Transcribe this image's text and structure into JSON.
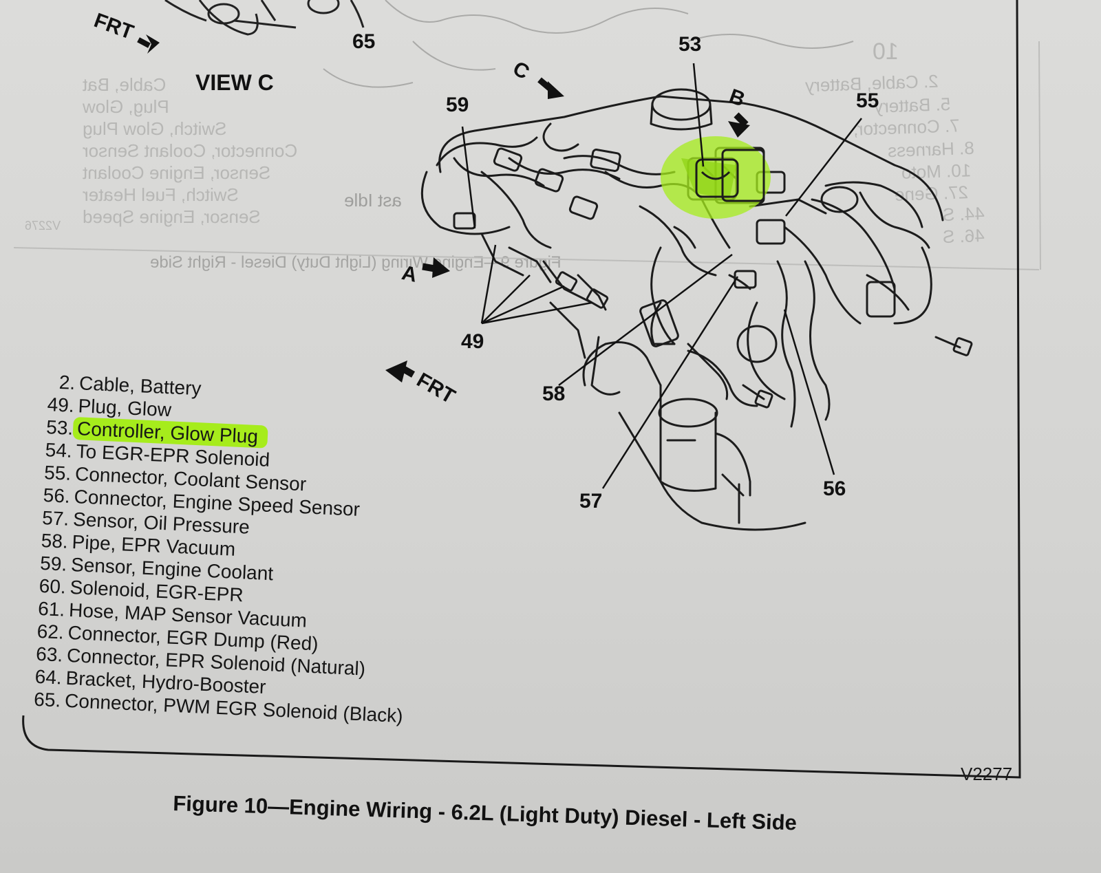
{
  "view_label": "VIEW C",
  "figure_caption": "Figure 10—Engine Wiring - 6.2L (Light Duty) Diesel - Left Side",
  "figure_code": "V2277",
  "diagram_labels": {
    "frt_top": "FRT",
    "frt_mid": "FRT",
    "c": "C",
    "b": "B",
    "a": "A",
    "n65": "65",
    "n53": "53",
    "n59": "59",
    "n55": "55",
    "n49": "49",
    "n58": "58",
    "n57": "57",
    "n56": "56"
  },
  "legend": [
    {
      "num": "2.",
      "text": "Cable, Battery",
      "highlighted": false
    },
    {
      "num": "49.",
      "text": "Plug, Glow",
      "highlighted": false
    },
    {
      "num": "53.",
      "text": "Controller, Glow Plug",
      "highlighted": true
    },
    {
      "num": "54.",
      "text": "To EGR-EPR Solenoid",
      "highlighted": false
    },
    {
      "num": "55.",
      "text": "Connector, Coolant Sensor",
      "highlighted": false
    },
    {
      "num": "56.",
      "text": "Connector, Engine Speed Sensor",
      "highlighted": false
    },
    {
      "num": "57.",
      "text": "Sensor, Oil Pressure",
      "highlighted": false
    },
    {
      "num": "58.",
      "text": "Pipe, EPR Vacuum",
      "highlighted": false
    },
    {
      "num": "59.",
      "text": "Sensor, Engine Coolant",
      "highlighted": false
    },
    {
      "num": "60.",
      "text": "Solenoid, EGR-EPR",
      "highlighted": false
    },
    {
      "num": "61.",
      "text": "Hose, MAP Sensor Vacuum",
      "highlighted": false
    },
    {
      "num": "62.",
      "text": "Connector, EGR Dump (Red)",
      "highlighted": false
    },
    {
      "num": "63.",
      "text": "Connector, EPR Solenoid (Natural)",
      "highlighted": false
    },
    {
      "num": "64.",
      "text": "Bracket, Hydro-Booster",
      "highlighted": false
    },
    {
      "num": "65.",
      "text": "Connector, PWM EGR Solenoid (Black)",
      "highlighted": false
    }
  ],
  "bleed_through": {
    "right_list": [
      "2. Cable, Battery",
      "5. Battery",
      "7. Connector,",
      "8. Harness",
      "10. Moto",
      "27. Gene",
      "44. S",
      "46. S"
    ],
    "left_fragments": [
      "Cable, Bat",
      "Plug, Glow",
      "Switch, Glow Plug",
      "Connector, Coolant Sensor",
      "Sensor, Engine Coolant",
      "Switch, Fuel Heater",
      "Sensor, Engine Speed"
    ],
    "caption_fragment": "Figure 9—Engine Wiring (Light Duty) Diesel - Right Side",
    "fast_idle": "ast Idle",
    "code": "V2276",
    "num_10": "10"
  },
  "colors": {
    "highlight": "#a6ec1c",
    "ink": "#151515",
    "paper": "#d8d8d6"
  }
}
